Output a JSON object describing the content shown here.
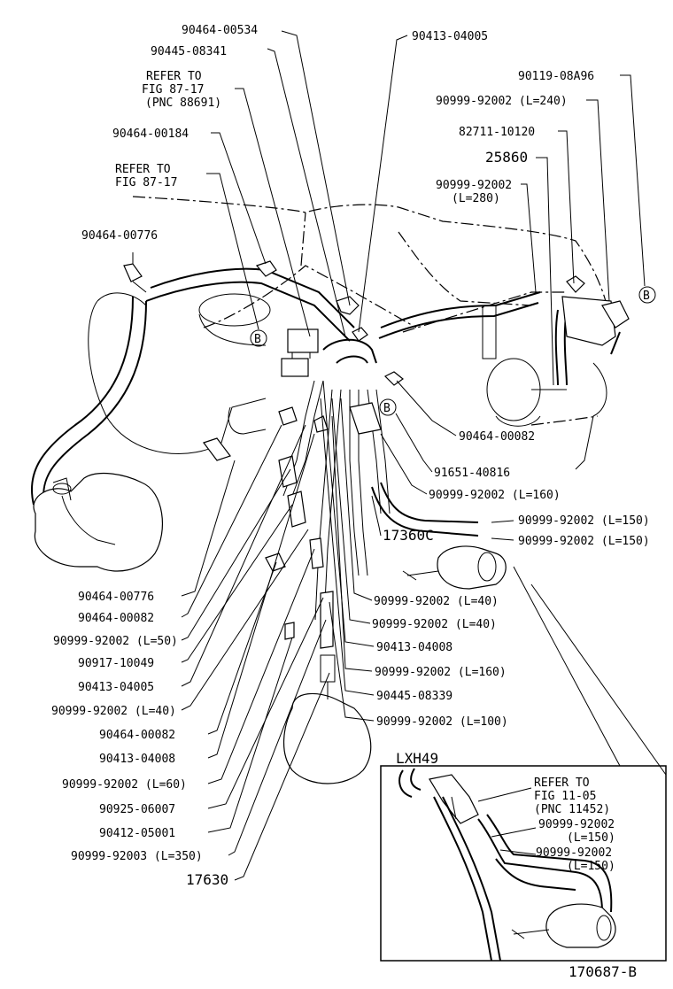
{
  "diagram": {
    "figure_id": "170687-B",
    "inset_title": "LXH49",
    "ref_marker": "B",
    "labels": {
      "l1": "90464-00534",
      "l2": "90445-08341",
      "l3a": "REFER TO",
      "l3b": "FIG 87-17",
      "l3c": "(PNC 88691)",
      "l4": "90464-00184",
      "l5a": "REFER TO",
      "l5b": "FIG 87-17",
      "l6": "90464-00776",
      "l7": "90413-04005",
      "l8": "90119-08A96",
      "l9": "90999-92002 (L=240)",
      "l10": "82711-10120",
      "l11": "25860",
      "l12a": "90999-92002",
      "l12b": "(L=280)",
      "l13": "90464-00082",
      "l14": "91651-40816",
      "l15": "90999-92002 (L=160)",
      "l16": "90999-92002 (L=150)",
      "l17": "17360C",
      "l18": "90999-92002 (L=150)",
      "l19": "90999-92002 (L=40)",
      "l20": "90999-92002 (L=40)",
      "l21": "90413-04008",
      "l22": "90999-92002 (L=160)",
      "l23": "90445-08339",
      "l24": "90999-92002 (L=100)",
      "l25": "90464-00776",
      "l26": "90464-00082",
      "l27": "90999-92002 (L=50)",
      "l28": "90917-10049",
      "l29": "90413-04005",
      "l30": "90999-92002 (L=40)",
      "l31": "90464-00082",
      "l32": "90413-04008",
      "l33": "90999-92002 (L=60)",
      "l34": "90925-06007",
      "l35": "90412-05001",
      "l36": "90999-92003 (L=350)",
      "l37": "17630",
      "i1a": "REFER TO",
      "i1b": "FIG 11-05",
      "i1c": "(PNC 11452)",
      "i2a": "90999-92002",
      "i2b": "(L=150)",
      "i3a": "90999-92002",
      "i3b": "(L=150)"
    }
  }
}
